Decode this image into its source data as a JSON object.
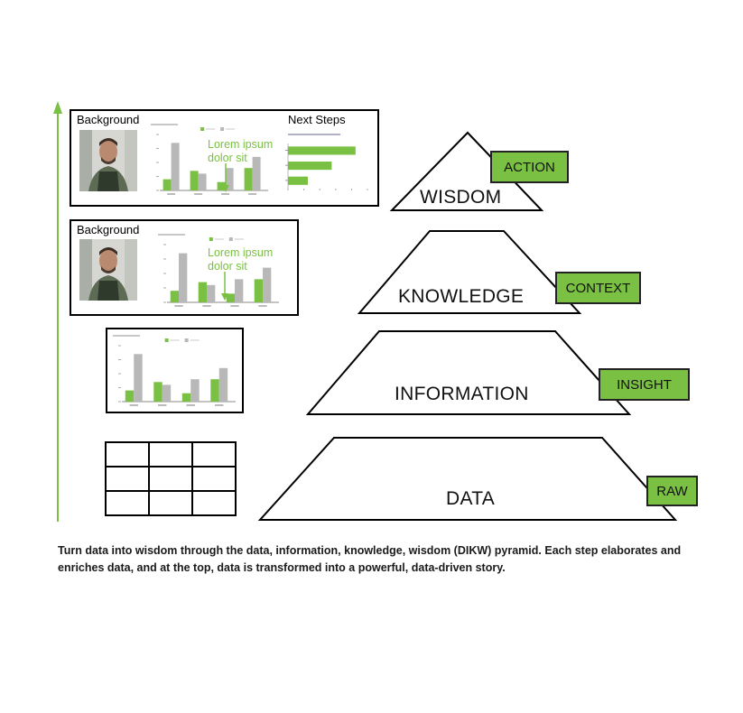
{
  "pyramid_levels": [
    {
      "label": "WISDOM",
      "tag": "ACTION"
    },
    {
      "label": "KNOWLEDGE",
      "tag": "CONTEXT"
    },
    {
      "label": "INFORMATION",
      "tag": "INSIGHT"
    },
    {
      "label": "DATA",
      "tag": "RAW"
    }
  ],
  "panels": {
    "wisdom": {
      "background_title": "Background",
      "next_steps_title": "Next Steps",
      "annotation_line1": "Lorem ipsum",
      "annotation_line2": "dolor sit"
    },
    "knowledge": {
      "background_title": "Background",
      "annotation_line1": "Lorem ipsum",
      "annotation_line2": "dolor sit"
    }
  },
  "caption": "Turn data into wisdom through the data, information, knowledge, wisdom (DIKW) pyramid. Each step elaborates and enriches data, and at the top, data is transformed into a powerful, data-driven story.",
  "colors": {
    "accent": "#7ac143",
    "gray_bar": "#b8b8b8",
    "outline": "#000000"
  },
  "chart_data": [
    {
      "type": "bar",
      "categories": [
        "",
        "",
        "",
        ""
      ],
      "series": [
        {
          "values": [
            4,
            7,
            3,
            8
          ]
        },
        {
          "values": [
            17,
            6,
            8,
            12
          ]
        }
      ],
      "ylim": [
        0,
        20
      ]
    },
    {
      "type": "bar",
      "categories": [
        "",
        "",
        "",
        ""
      ],
      "series": [
        {
          "values": [
            4,
            7,
            3,
            8
          ]
        },
        {
          "values": [
            17,
            6,
            8,
            12
          ]
        }
      ],
      "ylim": [
        0,
        20
      ]
    },
    {
      "type": "bar",
      "categories": [
        "",
        "",
        "",
        ""
      ],
      "series": [
        {
          "values": [
            4,
            7,
            3,
            8
          ]
        },
        {
          "values": [
            17,
            6,
            8,
            12
          ]
        }
      ],
      "ylim": [
        0,
        20
      ]
    },
    {
      "type": "bar",
      "categories": [
        "",
        "",
        ""
      ],
      "series": [
        {
          "values": [
            8.5,
            5.5,
            2.5
          ]
        }
      ],
      "orientation": "horizontal",
      "xlim": [
        0,
        10
      ]
    }
  ]
}
